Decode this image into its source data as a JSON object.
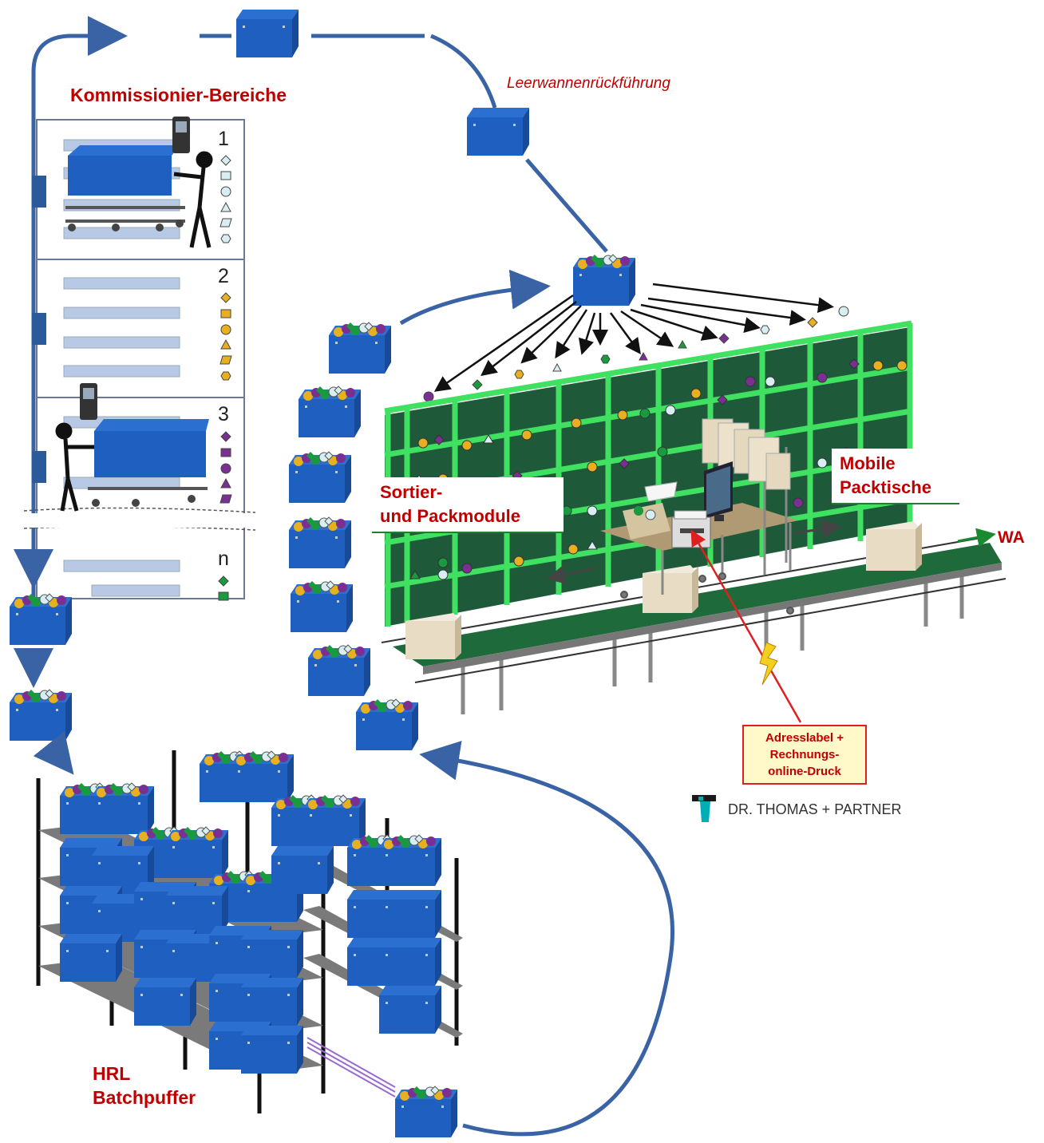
{
  "labels": {
    "picking_areas": "Kommissionier-Bereiche",
    "empty_tote_return": "Leerwannenrückführung",
    "sort_pack_line1": "Sortier-",
    "sort_pack_line2": "und Packmodule",
    "mobile_line1": "Mobile",
    "mobile_line2": "Packtische",
    "shipping": "WA",
    "print_line1": "Adresslabel +",
    "print_line2": "Rechnungs-",
    "print_line3": "online-Druck",
    "hrl_line1": "HRL",
    "hrl_line2": "Batchpuffer",
    "brand": "DR. THOMAS + PARTNER"
  },
  "zones": [
    {
      "number": "1",
      "color": "#d8eef2",
      "symbols": [
        "diamond",
        "square",
        "circle",
        "triangle",
        "parallelogram",
        "hexagon"
      ]
    },
    {
      "number": "2",
      "color": "#e8b020",
      "symbols": [
        "diamond",
        "square",
        "circle",
        "triangle",
        "parallelogram",
        "hexagon"
      ]
    },
    {
      "number": "3",
      "color": "#7a3090",
      "symbols": [
        "diamond",
        "square",
        "circle",
        "triangle",
        "parallelogram"
      ]
    },
    {
      "number": "n",
      "color": "#1a9a40",
      "symbols": [
        "diamond",
        "square"
      ]
    }
  ],
  "colors": {
    "tote_blue": "#1f5fbf",
    "flow_arrow": "#3a63a6",
    "label_red": "#c00000",
    "shelf_green": "#2ecc40"
  }
}
